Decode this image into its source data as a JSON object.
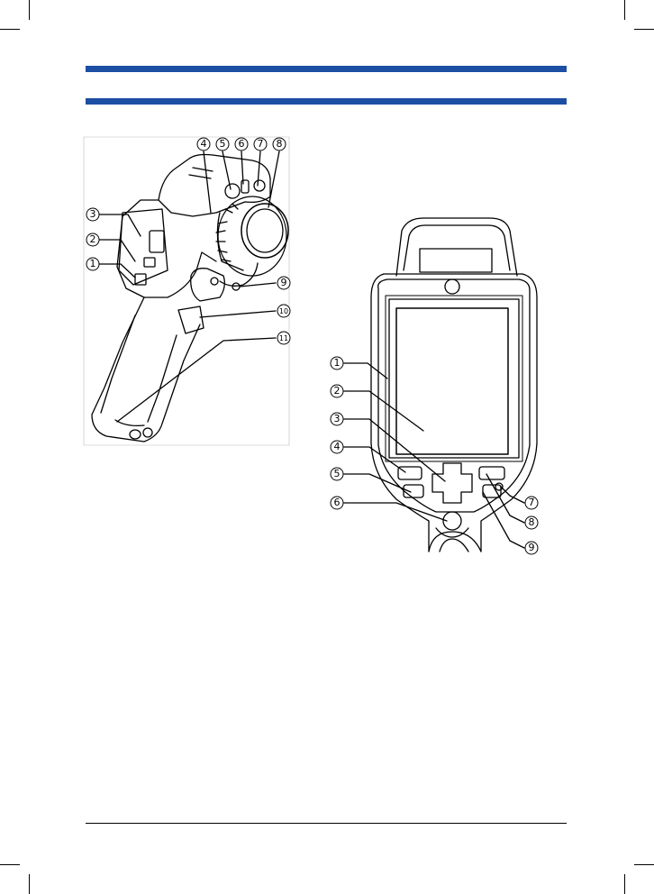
{
  "colors": {
    "accent": "#1c4fa3",
    "ink": "#000000"
  },
  "figure_left": {
    "title": "Camera side view",
    "callouts": [
      "1",
      "2",
      "3",
      "4",
      "5",
      "6",
      "7",
      "8",
      "9",
      "10",
      "11"
    ]
  },
  "figure_right": {
    "title": "Camera rear view",
    "callouts": [
      "1",
      "2",
      "3",
      "4",
      "5",
      "6",
      "7",
      "8",
      "9"
    ]
  }
}
